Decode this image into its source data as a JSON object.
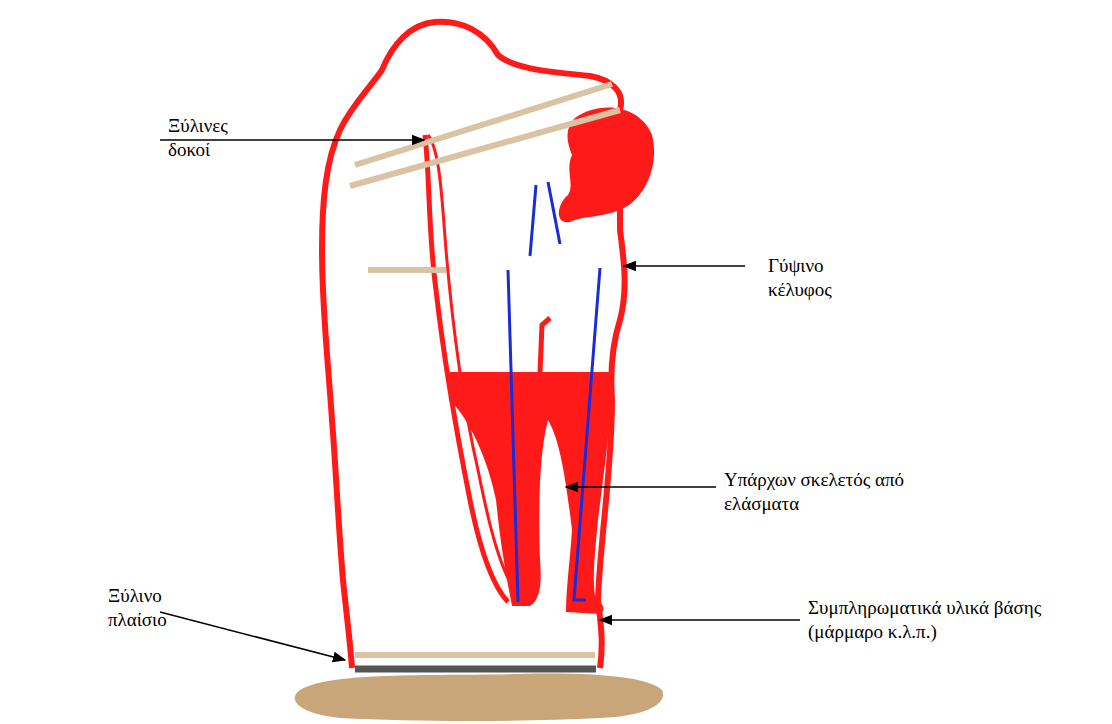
{
  "diagram": {
    "labels": [
      "Ξύλινες δοκοί",
      "Γύψινο κέλυφος",
      "Υπάρχων σκελετός από ελάσματα",
      "Ξύλινο πλαίσιο",
      "Συμπληρωματικά υλικά βάσης (μάρμαρο κ.λ.π.)"
    ]
  }
}
